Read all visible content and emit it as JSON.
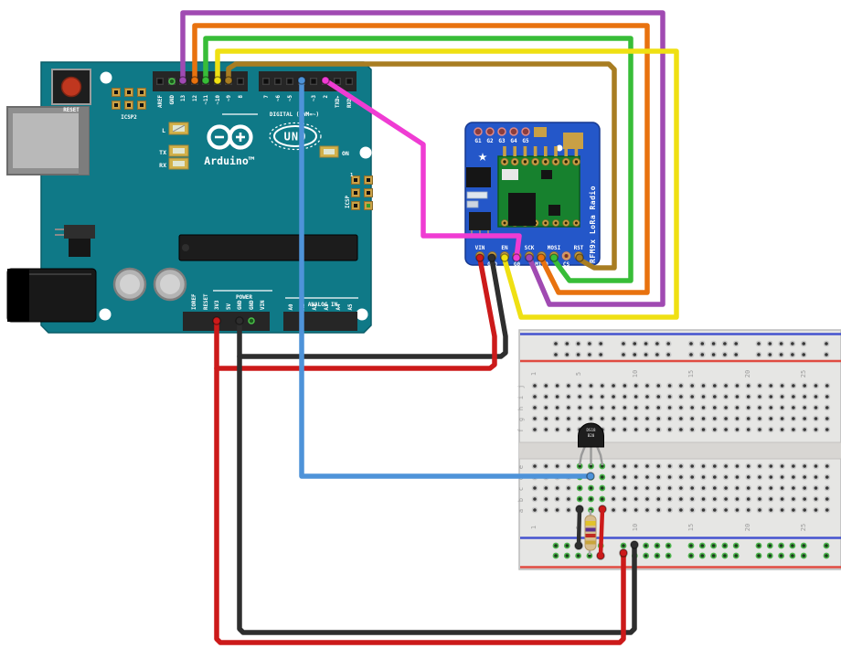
{
  "arduino": {
    "board_color": "#0f7987",
    "reset_label": "RESET",
    "icsp2_label": "ICSP2",
    "icsp_label": "ICSP",
    "icsp_pin1_label": "1",
    "digital_caption": "DIGITAL (PWM=~)",
    "digital_left_labels": [
      "AREF",
      "GND",
      "13",
      "12",
      "~11",
      "~10",
      "~9",
      "8"
    ],
    "digital_right_labels": [
      "7",
      "~6",
      "~5",
      "4",
      "~3",
      "2",
      "TXD▸",
      "RXD◂"
    ],
    "led_l_label": "L",
    "led_tx_label": "TX",
    "led_rx_label": "RX",
    "led_on_label": "ON",
    "brand": "Arduino™",
    "model": "UNO",
    "power_caption": "POWER",
    "power_labels": [
      "IOREF",
      "RESET",
      "3V3",
      "5V",
      "GND",
      "GND",
      "VIN"
    ],
    "analog_caption": "ANALOG IN",
    "analog_labels": [
      "A0",
      "A1",
      "A2",
      "A3",
      "A4",
      "A5"
    ]
  },
  "rfm": {
    "board_color": "#2457c9",
    "top_pin_labels": [
      "G1",
      "G2",
      "G3",
      "G4",
      "G5"
    ],
    "side_label": "RFM9x LoRa Radio",
    "bottom_pin_labels_upper": [
      "VIN",
      "EN",
      "SCK",
      "MOSI",
      "RST"
    ],
    "bottom_pin_labels_lower": [
      "GND",
      "G0",
      "MISO",
      "CS"
    ]
  },
  "breadboard": {
    "row_letters_top": [
      "j",
      "i",
      "h",
      "g",
      "f"
    ],
    "row_letters_bottom": [
      "e",
      "d",
      "c",
      "b",
      "a"
    ],
    "column_numbers": [
      "1",
      "5",
      "10",
      "15",
      "20",
      "25"
    ]
  },
  "sensor": {
    "label_line1": "DS18",
    "label_line2": "B20"
  },
  "resistor": {
    "body_color": "#d7bd8f",
    "band_colors": [
      "#e2c32b",
      "#5b2d8e",
      "#c02a21",
      "#c9a53c"
    ]
  },
  "icons": {
    "adafruit_star": "★"
  },
  "wires": {
    "purple": {
      "color": "#a04ab2",
      "from": "Arduino D13",
      "to": "RFM9x SCK"
    },
    "orange": {
      "color": "#e8720f",
      "from": "Arduino D12",
      "to": "RFM9x MISO"
    },
    "green": {
      "color": "#38bd38",
      "from": "Arduino D11",
      "to": "RFM9x MOSI"
    },
    "yellow": {
      "color": "#efe013",
      "from": "Arduino D10",
      "to": "RFM9x EN"
    },
    "brown": {
      "color": "#a87d22",
      "from": "Arduino D9",
      "to": "RFM9x RST"
    },
    "magenta": {
      "color": "#ef3cd3",
      "from": "Arduino D2",
      "to": "RFM9x G0"
    },
    "blue": {
      "color": "#4e93d9",
      "from": "Arduino D4",
      "to": "Breadboard sensor data column"
    },
    "red": {
      "color": "#cc1a1a",
      "from": "Arduino 3V3",
      "to": "RFM9x VIN and breadboard + rail"
    },
    "black": {
      "color": "#2e2e2e",
      "from": "Arduino GND",
      "to": "RFM9x GND and breadboard - rail"
    }
  }
}
